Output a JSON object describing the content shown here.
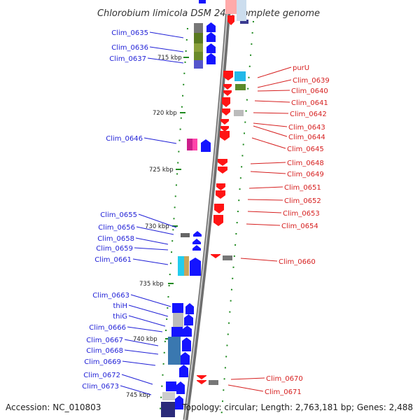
{
  "header": {
    "title": "Chlorobium limicola DSM 245, complete genome"
  },
  "footer": {
    "accession": "Accession: NC_010803",
    "summary": "Topology: circular; Length: 2,763,181 bp; Genes: 2,488"
  },
  "colors": {
    "forward_gene": "#1414ff",
    "reverse_gene": "#ff1414",
    "forward_label": "#1f1fd6",
    "reverse_label": "#d61f1f",
    "backbone": "#8f8f8f",
    "tick": "#1f8a1f"
  },
  "scale_marks": [
    {
      "label": "715 kbp"
    },
    {
      "label": "720 kbp"
    },
    {
      "label": "725 kbp"
    },
    {
      "label": "730 kbp"
    },
    {
      "label": "735 kbp"
    },
    {
      "label": "740 kbp"
    },
    {
      "label": "745 kbp"
    }
  ],
  "forward_genes": [
    {
      "label": "Clim_0635"
    },
    {
      "label": "Clim_0636"
    },
    {
      "label": "Clim_0637"
    },
    {
      "label": "Clim_0646"
    },
    {
      "label": "Clim_0655"
    },
    {
      "label": "Clim_0656"
    },
    {
      "label": "Clim_0658"
    },
    {
      "label": "Clim_0659"
    },
    {
      "label": "Clim_0661"
    },
    {
      "label": "Clim_0663"
    },
    {
      "label": "thiH"
    },
    {
      "label": "thiG"
    },
    {
      "label": "Clim_0666"
    },
    {
      "label": "Clim_0667"
    },
    {
      "label": "Clim_0668"
    },
    {
      "label": "Clim_0669"
    },
    {
      "label": "Clim_0672"
    },
    {
      "label": "Clim_0673"
    }
  ],
  "reverse_genes": [
    {
      "label": "purU"
    },
    {
      "label": "Clim_0639"
    },
    {
      "label": "Clim_0640"
    },
    {
      "label": "Clim_0641"
    },
    {
      "label": "Clim_0642"
    },
    {
      "label": "Clim_0643"
    },
    {
      "label": "Clim_0644"
    },
    {
      "label": "Clim_0645"
    },
    {
      "label": "Clim_0648"
    },
    {
      "label": "Clim_0649"
    },
    {
      "label": "Clim_0651"
    },
    {
      "label": "Clim_0652"
    },
    {
      "label": "Clim_0653"
    },
    {
      "label": "Clim_0654"
    },
    {
      "label": "Clim_0660"
    },
    {
      "label": "Clim_0670"
    },
    {
      "label": "Clim_0671"
    }
  ]
}
